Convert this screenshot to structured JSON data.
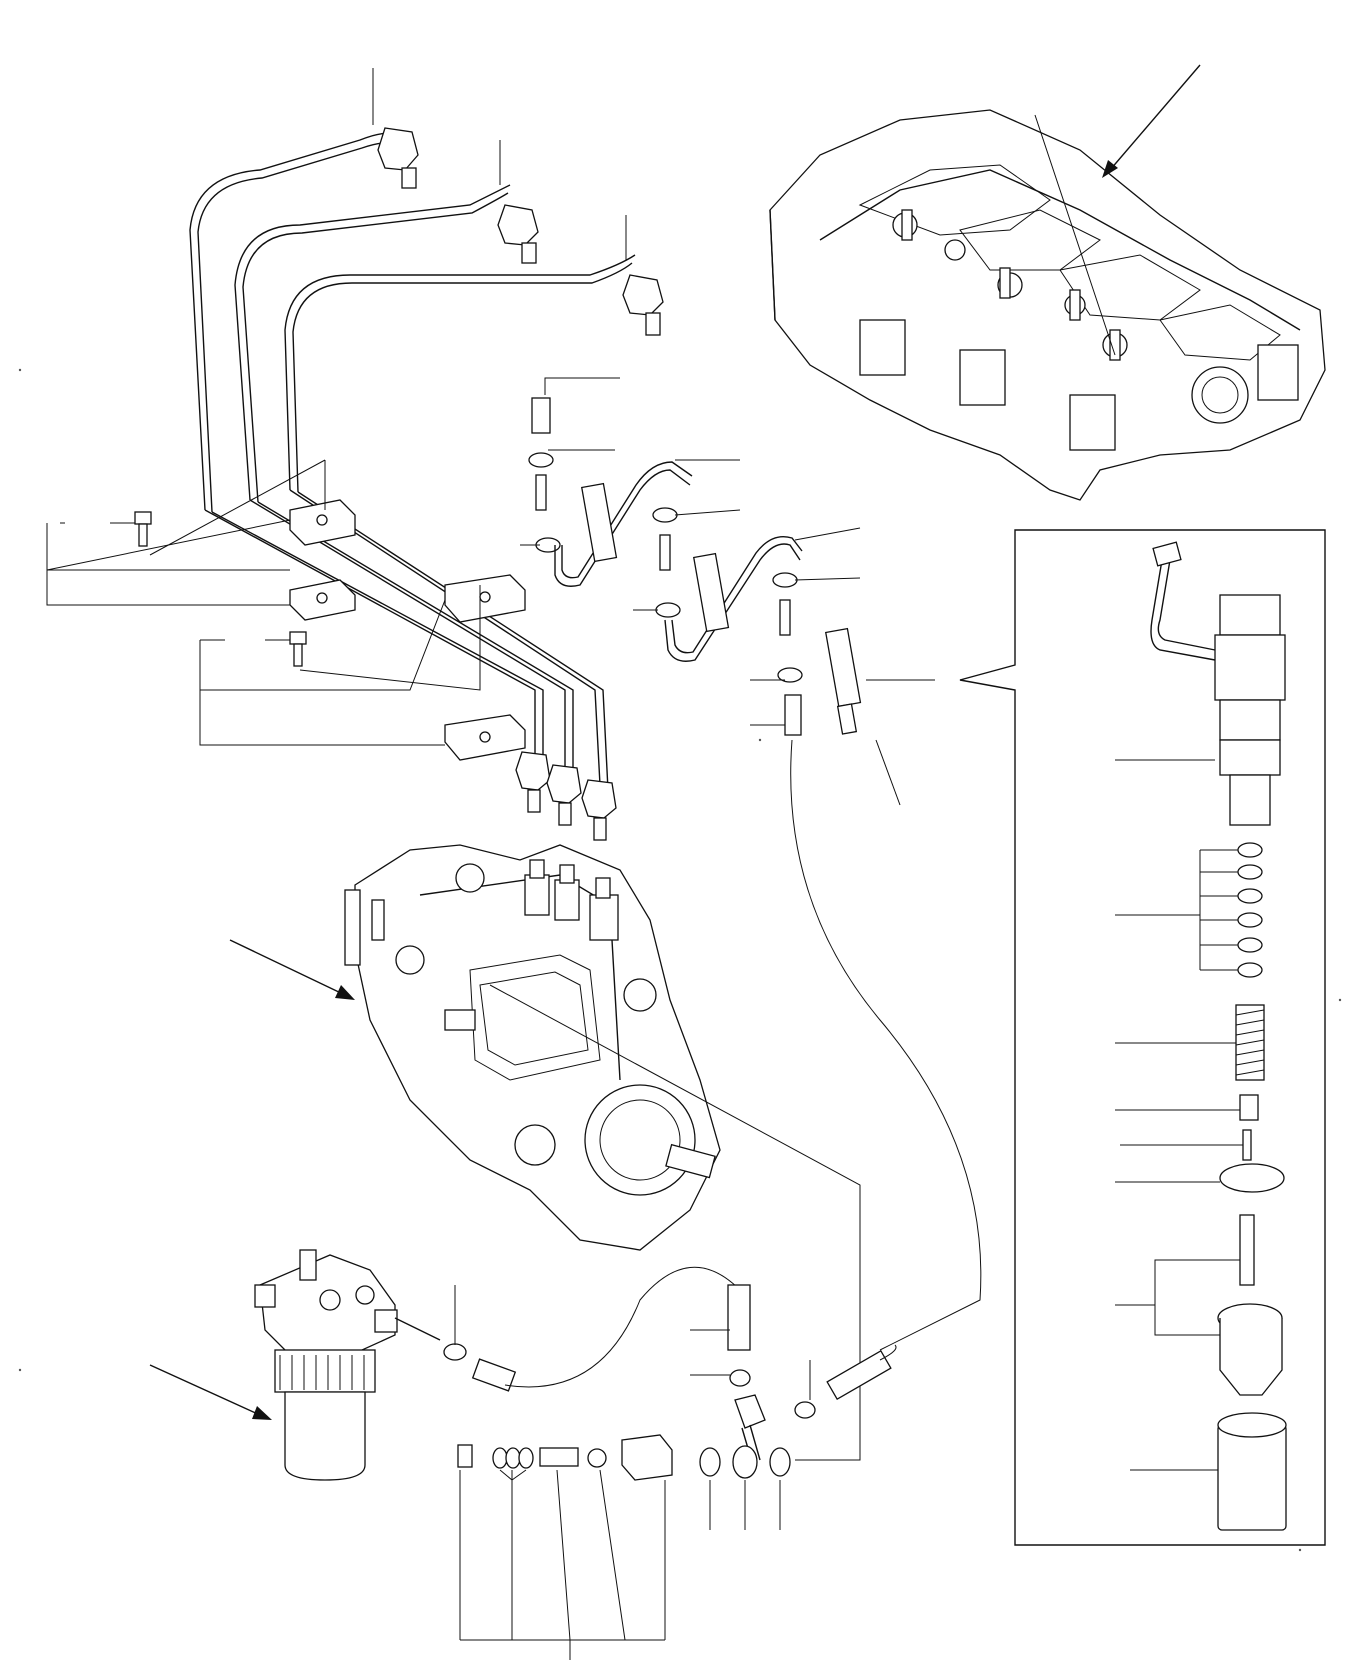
{
  "diagram": {
    "kind": "exploded parts drawing",
    "assemblies": [
      "cylinder-head",
      "injection-pipes",
      "pipe-clamps",
      "leak-off-pipes",
      "injector-nozzle-holders",
      "injector-exploded-detail",
      "fuel-injection-pump",
      "fuel-filter",
      "fuel-hoses",
      "delivery-valve-parts"
    ],
    "callouts_labelled": false,
    "line_color": "#111111",
    "background": "#ffffff"
  }
}
